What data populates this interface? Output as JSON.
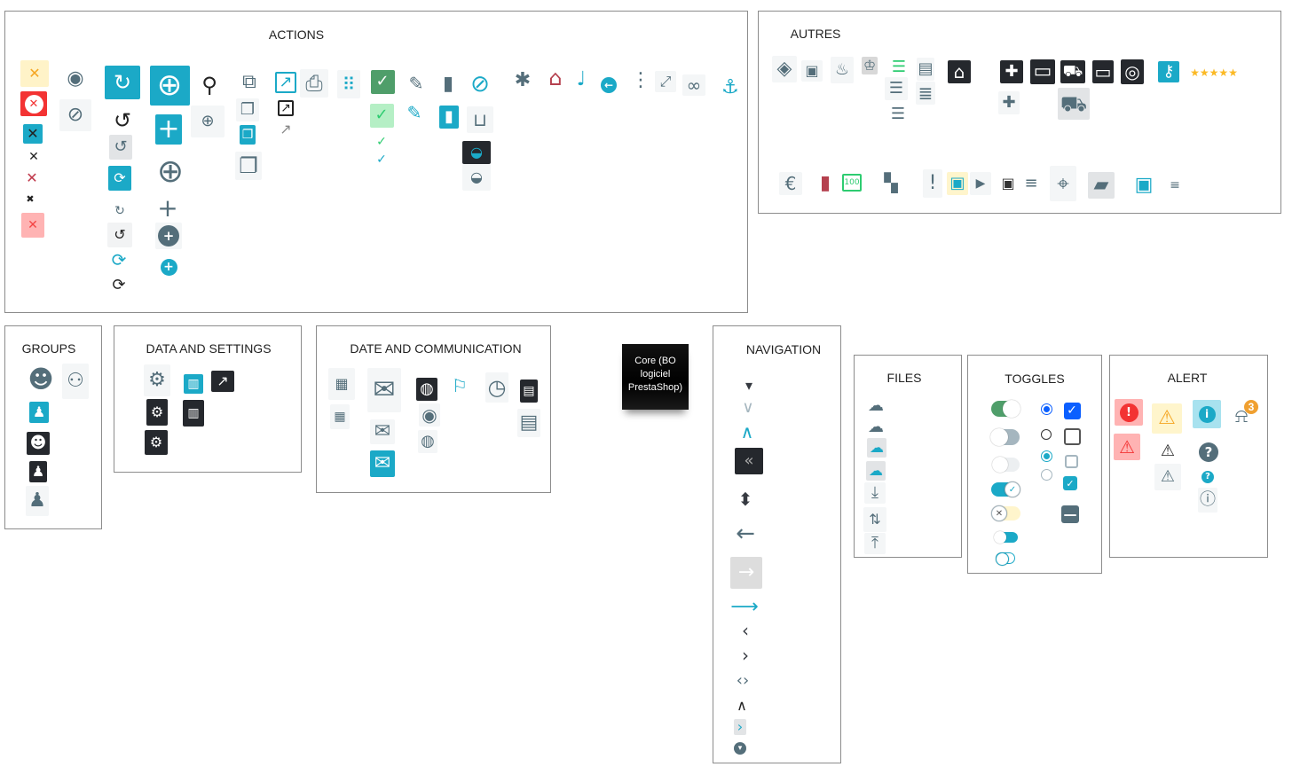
{
  "colors": {
    "accent": "#1ba9c7",
    "slate": "#546e7a",
    "dark": "#25282d",
    "tile": "#f4f6f7"
  },
  "sections": {
    "actions": {
      "title": "ACTIONS",
      "icons": [
        {
          "name": "close-warning",
          "glyph": "✕",
          "fg": "#f5a623",
          "bg": "#fff3c8"
        },
        {
          "name": "cancel",
          "glyph": "✕",
          "fg": "#f33333",
          "bg": "#f33333",
          "dot": "#ffffff"
        },
        {
          "name": "close-accent",
          "glyph": "✕",
          "fg": "#222222",
          "bg": "#1ba9c7"
        },
        {
          "name": "close",
          "glyph": "✕",
          "fg": "#222222"
        },
        {
          "name": "close-danger",
          "glyph": "✕",
          "fg": "#c0394b"
        },
        {
          "name": "close-bold",
          "glyph": "✖",
          "fg": "#222222"
        },
        {
          "name": "close-pink",
          "glyph": "✕",
          "fg": "#f44444",
          "bg": "#ffb3b3"
        },
        {
          "name": "visibility",
          "glyph": "◉",
          "fg": "#546e7a"
        },
        {
          "name": "visibility-off",
          "glyph": "⊘",
          "fg": "#546e7a",
          "bg": "#f4f6f7"
        },
        {
          "name": "refresh-accent",
          "glyph": "↻",
          "fg": "#ffffff",
          "bg": "#1ba9c7"
        },
        {
          "name": "history",
          "glyph": "↺",
          "fg": "#222222"
        },
        {
          "name": "undo",
          "glyph": "↺",
          "fg": "#546e7a",
          "bg": "#e2e4e6"
        },
        {
          "name": "sync-accent",
          "glyph": "⟳",
          "fg": "#ffffff",
          "bg": "#1ba9c7"
        },
        {
          "name": "refresh",
          "glyph": "↻",
          "fg": "#546e7a"
        },
        {
          "name": "history-small",
          "glyph": "↺",
          "fg": "#222222",
          "bg": "#f2f3f4"
        },
        {
          "name": "sync",
          "glyph": "⟳",
          "fg": "#1ba9c7"
        },
        {
          "name": "sync-dark",
          "glyph": "⟳",
          "fg": "#222222"
        },
        {
          "name": "add-circle-accent",
          "glyph": "⊕",
          "fg": "#ffffff",
          "bg": "#1ba9c7"
        },
        {
          "name": "add-accent",
          "glyph": "+",
          "fg": "#ffffff",
          "bg": "#1ba9c7"
        },
        {
          "name": "add-circle-outline",
          "glyph": "⊕",
          "fg": "#546e7a"
        },
        {
          "name": "add",
          "glyph": "+",
          "fg": "#546e7a"
        },
        {
          "name": "add-circle",
          "glyph": "+",
          "fg": "#ffffff",
          "dot": "#546e7a",
          "bg": "#f4f6f7"
        },
        {
          "name": "add-circle-small",
          "glyph": "+",
          "fg": "#ffffff",
          "dot": "#1ba9c7"
        },
        {
          "name": "search",
          "glyph": "⚲",
          "fg": "#222222"
        },
        {
          "name": "zoom-in",
          "glyph": "⊕",
          "fg": "#546e7a",
          "bg": "#f4f6f7"
        },
        {
          "name": "content-copy",
          "glyph": "⧉",
          "fg": "#546e7a"
        },
        {
          "name": "file-copy",
          "glyph": "❐",
          "fg": "#546e7a",
          "bg": "#f4f6f7"
        },
        {
          "name": "file-copy-accent",
          "glyph": "❐",
          "fg": "#ffffff",
          "bg": "#1ba9c7"
        },
        {
          "name": "library",
          "glyph": "❐",
          "fg": "#546e7a",
          "bg": "#f4f6f7"
        },
        {
          "name": "open-in-new-accent",
          "glyph": "↗",
          "fg": "#1ba9c7",
          "border": "#1ba9c7"
        },
        {
          "name": "open-in-new",
          "glyph": "↗",
          "fg": "#222222",
          "border": "#222222"
        },
        {
          "name": "open-in-new-muted",
          "glyph": "↗",
          "fg": "#888888"
        },
        {
          "name": "print",
          "glyph": "⎙",
          "fg": "#546e7a",
          "bg": "#f4f6f7"
        },
        {
          "name": "drag-indicator",
          "glyph": "⠿",
          "fg": "#1ba9c7",
          "bg": "#f4f6f7"
        },
        {
          "name": "check-success",
          "glyph": "✓",
          "fg": "#ffffff",
          "bg": "#4f9e6a"
        },
        {
          "name": "check-success-light",
          "glyph": "✓",
          "fg": "#2ecc71",
          "bg": "#b5efc5"
        },
        {
          "name": "check-green",
          "glyph": "✓",
          "fg": "#2ecc71"
        },
        {
          "name": "check-accent",
          "glyph": "✓",
          "fg": "#1ba9c7"
        },
        {
          "name": "edit",
          "glyph": "✎",
          "fg": "#546e7a"
        },
        {
          "name": "edit-accent",
          "glyph": "✎",
          "fg": "#1ba9c7"
        },
        {
          "name": "delete",
          "glyph": "▮",
          "fg": "#546e7a"
        },
        {
          "name": "delete-accent",
          "glyph": "▮",
          "fg": "#ffffff",
          "bg": "#1ba9c7"
        },
        {
          "name": "remove-shopping-cart",
          "glyph": "⊘",
          "fg": "#1ba9c7"
        },
        {
          "name": "shopping-cart",
          "glyph": "⊔",
          "fg": "#546e7a",
          "bg": "#f4f6f7"
        },
        {
          "name": "shopping-basket-dark",
          "glyph": "◒",
          "fg": "#1ba9c7",
          "bg": "#25282d"
        },
        {
          "name": "shopping-basket",
          "glyph": "◒",
          "fg": "#546e7a",
          "bg": "#f4f6f7"
        },
        {
          "name": "bug",
          "glyph": "✱",
          "fg": "#546e7a"
        },
        {
          "name": "home",
          "glyph": "⌂",
          "fg": "#b5404e"
        },
        {
          "name": "mic",
          "glyph": "♩",
          "fg": "#1ba9c7"
        },
        {
          "name": "arrow-back-circle",
          "glyph": "←",
          "fg": "#ffffff",
          "dot": "#1ba9c7"
        },
        {
          "name": "more-vert",
          "glyph": "⋮",
          "fg": "#546e7a"
        },
        {
          "name": "fullscreen",
          "glyph": "⤢",
          "fg": "#546e7a",
          "bg": "#f4f6f7"
        },
        {
          "name": "link",
          "glyph": "∞",
          "fg": "#546e7a",
          "bg": "#f4f6f7"
        },
        {
          "name": "anchor",
          "glyph": "⚓",
          "fg": "#1ba9c7"
        }
      ]
    },
    "autres": {
      "title": "AUTRES",
      "rating": 5,
      "icons": [
        {
          "name": "tag-heart",
          "glyph": "◈",
          "fg": "#546e7a",
          "bg": "#f4f6f7"
        },
        {
          "name": "work",
          "glyph": "▣",
          "fg": "#546e7a",
          "bg": "#f4f6f7"
        },
        {
          "name": "cake",
          "glyph": "♨",
          "fg": "#546e7a",
          "bg": "#f4f6f7"
        },
        {
          "name": "trophy",
          "glyph": "♔",
          "fg": "#546e7a",
          "bg": "#d8d8d8"
        },
        {
          "name": "list-green",
          "glyph": "☰",
          "fg": "#2ecc71"
        },
        {
          "name": "description",
          "glyph": "▤",
          "fg": "#546e7a",
          "bg": "#f4f6f7"
        },
        {
          "name": "list",
          "glyph": "☰",
          "fg": "#546e7a",
          "bg": "#f4f6f7"
        },
        {
          "name": "reorder",
          "glyph": "≣",
          "fg": "#546e7a",
          "bg": "#f4f6f7"
        },
        {
          "name": "list-plain",
          "glyph": "☰",
          "fg": "#546e7a"
        },
        {
          "name": "store",
          "glyph": "⌂",
          "fg": "#ffffff",
          "bg": "#25282d"
        },
        {
          "name": "extension-dark",
          "glyph": "✚",
          "fg": "#ffffff",
          "bg": "#25282d"
        },
        {
          "name": "desktop",
          "glyph": "▭",
          "fg": "#ffffff",
          "bg": "#25282d"
        },
        {
          "name": "local-shipping-dark",
          "glyph": "⛟",
          "fg": "#ffffff",
          "bg": "#25282d"
        },
        {
          "name": "credit-card",
          "glyph": "▭",
          "fg": "#ffffff",
          "bg": "#25282d"
        },
        {
          "name": "track-changes",
          "glyph": "◎",
          "fg": "#ffffff",
          "bg": "#25282d"
        },
        {
          "name": "vpn-key",
          "glyph": "⚷",
          "fg": "#ffffff",
          "bg": "#1ba9c7"
        },
        {
          "name": "star-rating",
          "glyph": "★★★★★",
          "fg": "#fbb924"
        },
        {
          "name": "extension",
          "glyph": "✚",
          "fg": "#546e7a",
          "bg": "#f4f6f7"
        },
        {
          "name": "local-shipping",
          "glyph": "⛟",
          "fg": "#546e7a",
          "bg": "#e2e4e6"
        },
        {
          "name": "euro",
          "glyph": "€",
          "fg": "#546e7a",
          "bg": "#f4f6f7"
        },
        {
          "name": "bookmark",
          "glyph": "▮",
          "fg": "#b5404e"
        },
        {
          "name": "money",
          "glyph": "100",
          "fg": "#2ecc71",
          "border": "#2ecc71"
        },
        {
          "name": "ticket",
          "glyph": "▚",
          "fg": "#546e7a"
        },
        {
          "name": "priority-high",
          "glyph": "!",
          "fg": "#546e7a",
          "bg": "#f4f6f7"
        },
        {
          "name": "save-highlight",
          "glyph": "▣",
          "fg": "#1ba9c7",
          "bg": "#fff5cc"
        },
        {
          "name": "work-play",
          "glyph": "▶",
          "fg": "#546e7a",
          "bg": "#f4f6f7"
        },
        {
          "name": "save-outline",
          "glyph": "▣",
          "fg": "#333333"
        },
        {
          "name": "storage",
          "glyph": "≡",
          "fg": "#546e7a"
        },
        {
          "name": "place",
          "glyph": "⌖",
          "fg": "#546e7a",
          "bg": "#f4f6f7"
        },
        {
          "name": "note",
          "glyph": "▰",
          "fg": "#546e7a",
          "bg": "#e2e4e6"
        },
        {
          "name": "wallet",
          "glyph": "▣",
          "fg": "#1ba9c7"
        },
        {
          "name": "filter-list",
          "glyph": "≡",
          "fg": "#546e7a"
        }
      ]
    },
    "groups": {
      "title": "GROUPS",
      "icons": [
        {
          "name": "account-circle",
          "glyph": "☻",
          "fg": "#546e7a"
        },
        {
          "name": "group",
          "glyph": "⚇",
          "fg": "#546e7a",
          "bg": "#f4f6f7"
        },
        {
          "name": "person-box-accent",
          "glyph": "♟",
          "fg": "#ffffff",
          "bg": "#1ba9c7"
        },
        {
          "name": "account-box-dark",
          "glyph": "☻",
          "fg": "#ffffff",
          "bg": "#25282d"
        },
        {
          "name": "contact-dark",
          "glyph": "♟",
          "fg": "#ffffff",
          "bg": "#25282d"
        },
        {
          "name": "person",
          "glyph": "♟",
          "fg": "#546e7a",
          "bg": "#f4f6f7"
        }
      ]
    },
    "data_settings": {
      "title": "DATA AND SETTINGS",
      "icons": [
        {
          "name": "settings",
          "glyph": "⚙",
          "fg": "#546e7a",
          "bg": "#f4f6f7"
        },
        {
          "name": "bar-chart-accent",
          "glyph": "▥",
          "fg": "#ffffff",
          "bg": "#1ba9c7"
        },
        {
          "name": "trending-up",
          "glyph": "↗",
          "fg": "#ffffff",
          "bg": "#25282d"
        },
        {
          "name": "settings-dark",
          "glyph": "⚙",
          "fg": "#ffffff",
          "bg": "#25282d"
        },
        {
          "name": "assessment-dark",
          "glyph": "▥",
          "fg": "#ffffff",
          "bg": "#25282d"
        },
        {
          "name": "settings-box-dark",
          "glyph": "⚙",
          "fg": "#ffffff",
          "bg": "#25282d"
        }
      ]
    },
    "date_communication": {
      "title": "DATE AND COMMUNICATION",
      "icons": [
        {
          "name": "calendar",
          "glyph": "▦",
          "fg": "#546e7a",
          "bg": "#f4f6f7"
        },
        {
          "name": "event",
          "glyph": "▦",
          "fg": "#546e7a",
          "bg": "#f4f6f7"
        },
        {
          "name": "mail-outline",
          "glyph": "✉",
          "fg": "#546e7a",
          "bg": "#f4f6f7"
        },
        {
          "name": "mail",
          "glyph": "✉",
          "fg": "#546e7a",
          "bg": "#f4f6f7"
        },
        {
          "name": "mail-accent",
          "glyph": "✉",
          "fg": "#ffffff",
          "bg": "#1ba9c7"
        },
        {
          "name": "language-dark",
          "glyph": "◍",
          "fg": "#ffffff",
          "bg": "#25282d"
        },
        {
          "name": "public",
          "glyph": "◉",
          "fg": "#546e7a",
          "bg": "#f4f6f7"
        },
        {
          "name": "language",
          "glyph": "◍",
          "fg": "#546e7a",
          "bg": "#f4f6f7"
        },
        {
          "name": "flag",
          "glyph": "⚐",
          "fg": "#1ba9c7"
        },
        {
          "name": "clock",
          "glyph": "◷",
          "fg": "#546e7a",
          "bg": "#f4f6f7"
        },
        {
          "name": "chat-dark",
          "glyph": "▤",
          "fg": "#ffffff",
          "bg": "#25282d"
        },
        {
          "name": "comment",
          "glyph": "▤",
          "fg": "#546e7a",
          "bg": "#f4f6f7"
        }
      ]
    },
    "navigation": {
      "title": "NAVIGATION",
      "icons": [
        {
          "name": "arrow-drop-down",
          "glyph": "▾",
          "fg": "#363a41"
        },
        {
          "name": "expand-more",
          "glyph": "∨",
          "fg": "#a5b6bf"
        },
        {
          "name": "expand-less-accent",
          "glyph": "∧",
          "fg": "#1ba9c7"
        },
        {
          "name": "double-chevron-left",
          "glyph": "«",
          "fg": "#aaaaaa",
          "bg": "#25282d"
        },
        {
          "name": "unfold-more",
          "glyph": "⬍",
          "fg": "#363a41"
        },
        {
          "name": "arrow-back",
          "glyph": "←",
          "fg": "#546e7a"
        },
        {
          "name": "arrow-forward",
          "glyph": "→",
          "fg": "#ffffff",
          "bg": "#dddddd"
        },
        {
          "name": "long-arrow-right",
          "glyph": "⟶",
          "fg": "#1ba9c7"
        },
        {
          "name": "chevron-left",
          "glyph": "‹",
          "fg": "#363a41"
        },
        {
          "name": "chevron-right",
          "glyph": "›",
          "fg": "#363a41"
        },
        {
          "name": "code",
          "glyph": "‹›",
          "fg": "#546e7a"
        },
        {
          "name": "expand-less",
          "glyph": "∧",
          "fg": "#222222"
        },
        {
          "name": "chevron-right-accent",
          "glyph": "›",
          "fg": "#1ba9c7",
          "bg": "#e2e4e6"
        },
        {
          "name": "arrow-drop-down-circle",
          "glyph": "▾",
          "fg": "#ffffff",
          "dot": "#546e7a"
        }
      ]
    },
    "files": {
      "title": "FILES",
      "icons": [
        {
          "name": "cloud-download",
          "glyph": "☁",
          "fg": "#546e7a"
        },
        {
          "name": "cloud-upload",
          "glyph": "☁",
          "fg": "#546e7a"
        },
        {
          "name": "cloud-upload-accent",
          "glyph": "☁",
          "fg": "#1ba9c7",
          "bg": "#e2e4e6"
        },
        {
          "name": "cloud-download-accent",
          "glyph": "☁",
          "fg": "#1ba9c7",
          "bg": "#e2e4e6"
        },
        {
          "name": "download",
          "glyph": "⤓",
          "fg": "#546e7a",
          "bg": "#f4f6f7"
        },
        {
          "name": "swap-vert",
          "glyph": "⇅",
          "fg": "#546e7a",
          "bg": "#f4f6f7"
        },
        {
          "name": "upload",
          "glyph": "⤒",
          "fg": "#546e7a",
          "bg": "#f4f6f7"
        }
      ]
    },
    "toggles": {
      "title": "TOGGLES",
      "switches": [
        {
          "state": "on",
          "track": "#4f9e6a"
        },
        {
          "state": "off",
          "track": "#a5b6bf"
        },
        {
          "state": "off",
          "track": "#eceff1"
        },
        {
          "state": "on",
          "track": "#1ba9c7",
          "mark": "✓"
        },
        {
          "state": "off",
          "track": "#fff5cc",
          "mark": "✕"
        },
        {
          "state": "off",
          "track": "#1ba9c7"
        },
        {
          "state": "off",
          "track": "#ffffff",
          "outline": "#1ba9c7"
        }
      ],
      "radios": [
        {
          "checked": true,
          "color": "#0b5fff"
        },
        {
          "checked": false,
          "color": "#333333"
        },
        {
          "checked": true,
          "color": "#1ba9c7"
        },
        {
          "checked": false,
          "color": "#a5b6bf"
        }
      ],
      "checkboxes": [
        {
          "state": "checked",
          "color": "#0b5fff"
        },
        {
          "state": "unchecked",
          "color": "#555555"
        },
        {
          "state": "unchecked",
          "color": "#a5b6bf"
        },
        {
          "state": "checked",
          "color": "#1ba9c7"
        },
        {
          "state": "indeterminate",
          "color": "#546e7a"
        }
      ]
    },
    "alert": {
      "title": "ALERT",
      "notification_count": "3",
      "icons": [
        {
          "name": "error",
          "glyph": "!",
          "fg": "#ffffff",
          "bg": "#ffb3b3",
          "dot": "#f33333"
        },
        {
          "name": "warning",
          "glyph": "⚠",
          "fg": "#f5a623",
          "bg": "#fff5cc"
        },
        {
          "name": "info-accent",
          "glyph": "i",
          "fg": "#ffffff",
          "bg": "#a8e2ef",
          "dot": "#1ba9c7"
        },
        {
          "name": "notifications",
          "glyph": "⍾",
          "fg": "#546e7a"
        },
        {
          "name": "warning-danger",
          "glyph": "⚠",
          "fg": "#f33333",
          "bg": "#ffb3b3"
        },
        {
          "name": "warning-dark",
          "glyph": "⚠",
          "fg": "#222222"
        },
        {
          "name": "warning-muted",
          "glyph": "⚠",
          "fg": "#546e7a",
          "bg": "#f4f6f7"
        },
        {
          "name": "help",
          "glyph": "?",
          "fg": "#ffffff",
          "dot": "#546e7a"
        },
        {
          "name": "help-accent",
          "glyph": "?",
          "fg": "#ffffff",
          "dot": "#1ba9c7"
        },
        {
          "name": "info-outline",
          "glyph": "ⓘ",
          "fg": "#546e7a",
          "bg": "#f4f6f7"
        }
      ]
    }
  },
  "sticky_note": {
    "text": "Core (BO logiciel PrestaShop)"
  }
}
